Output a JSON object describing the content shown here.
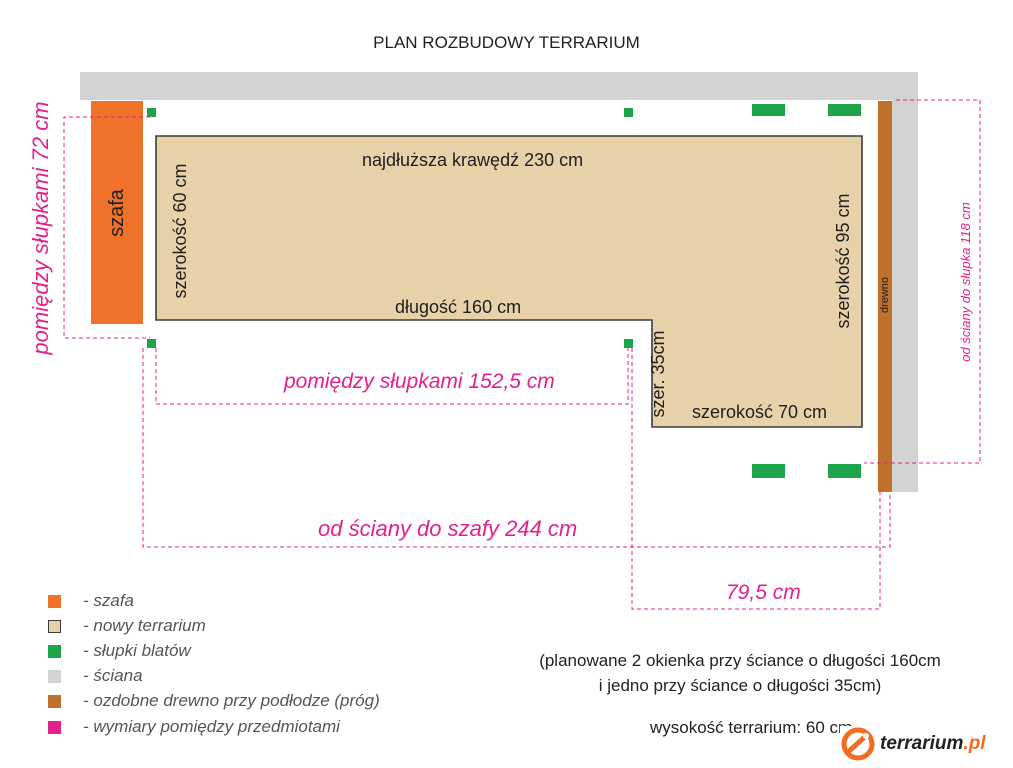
{
  "title": "PLAN ROZBUDOWY TERRARIUM",
  "plan": {
    "wardrobe_label": "szafa",
    "wood_label": "drewno",
    "longest_edge": "najdłuższa krawędź 230 cm",
    "width_60": "szerokość 60 cm",
    "length_160": "długość 160 cm",
    "width_95": "szerokość 95 cm",
    "width_35": "szer. 35cm",
    "width_70": "szerokość 70 cm"
  },
  "dimensions": {
    "between_posts_72": "pomiędzy słupkami 72 cm",
    "between_posts_152": "pomiędzy słupkami 152,5 cm",
    "wall_to_wardrobe": "od ściany do szafy 244 cm",
    "d_79": "79,5 cm",
    "wall_to_post_118": "od ściany do słupka 118 cm"
  },
  "legend": [
    {
      "color": "#f0712a",
      "label": "- szafa"
    },
    {
      "color": "#e6d1a9",
      "label": "- nowy terrarium"
    },
    {
      "color": "#1ea54b",
      "label": "- słupki blatów"
    },
    {
      "color": "#d3d3d4",
      "label": "- ściana"
    },
    {
      "color": "#c0702a",
      "label": "- ozdobne drewno przy podłodze (próg)"
    },
    {
      "color": "#e3208e",
      "label": "- wymiary pomiędzy przedmiotami"
    }
  ],
  "notes": {
    "line1": "(planowane 2 okienka przy ściance o długości 160cm",
    "line2": "i jedno przy ściance o długości 35cm)",
    "height": "wysokość terrarium: 60 cm"
  },
  "logo": {
    "text": "terrarium",
    "suffix": ".pl"
  }
}
